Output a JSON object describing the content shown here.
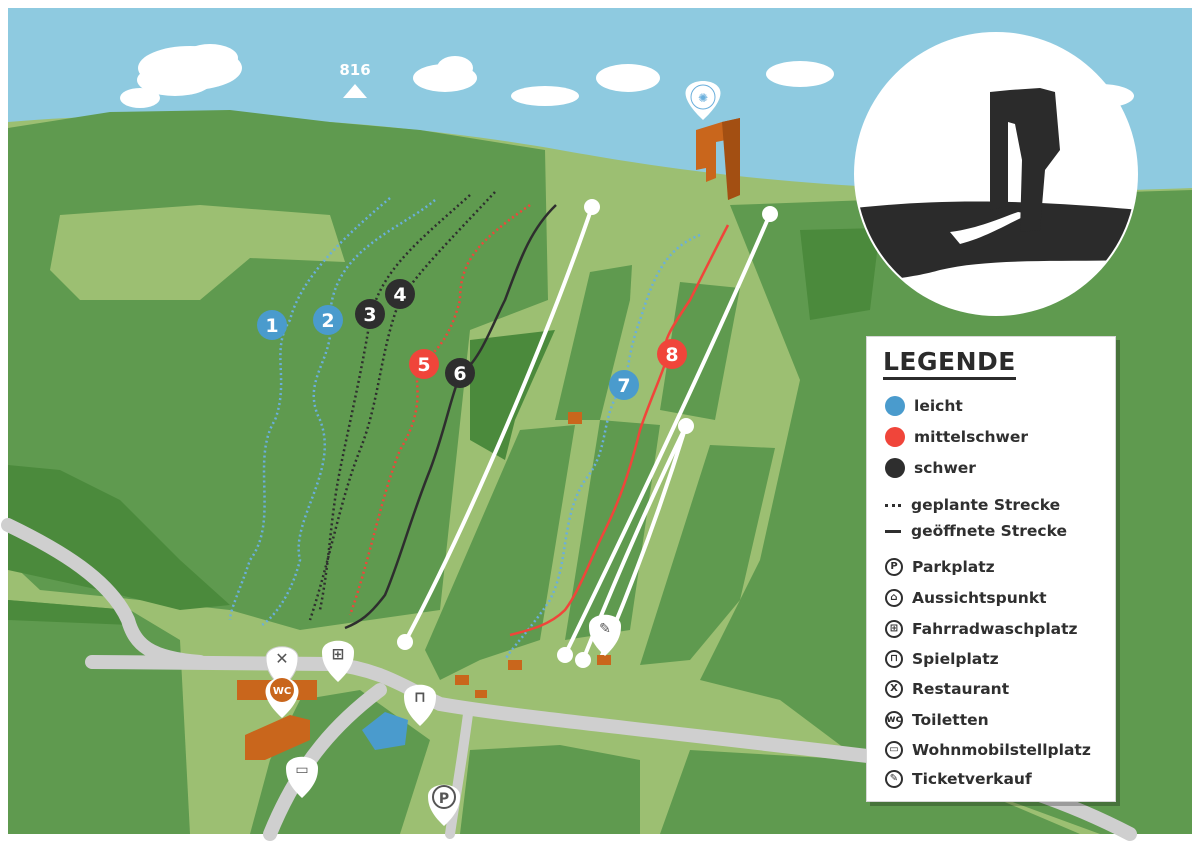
{
  "map": {
    "peak_label": "816",
    "trail_numbers": [
      "1",
      "2",
      "3",
      "4",
      "5",
      "6",
      "7",
      "8"
    ],
    "trail_colors": {
      "leicht": "#4a9bcd",
      "mittelschwer": "#f0453a",
      "schwer": "#2e2e2e"
    },
    "colors": {
      "sky": "#8ecae0",
      "meadow": "#9cbf72",
      "forest": "#5f9a4f",
      "forest_dark": "#4b8a3c",
      "road": "#cfcfcf",
      "building": "#c9661c",
      "lake": "#4a9bcd"
    }
  },
  "poi_icons": [
    "restaurant-icon",
    "wc-icon",
    "bike-wash-icon",
    "playground-icon",
    "camper-icon",
    "parking-icon",
    "ticket-icon",
    "viewpoint-icon"
  ],
  "poi_labels": {
    "wc": "WC",
    "parking": "P"
  },
  "logo": {
    "name": "landmark-sculpture-logo"
  },
  "legend": {
    "title": "LEGENDE",
    "difficulty": [
      {
        "label": "leicht",
        "color": "#4a9bcd"
      },
      {
        "label": "mittelschwer",
        "color": "#f0453a"
      },
      {
        "label": "schwer",
        "color": "#2e2e2e"
      }
    ],
    "lines": [
      {
        "label": "geplante Strecke",
        "style": "dotted"
      },
      {
        "label": "geöffnete Strecke",
        "style": "solid"
      }
    ],
    "pois": [
      {
        "label": "Parkplatz",
        "icon": "parking-icon",
        "glyph": "P"
      },
      {
        "label": "Aussichtspunkt",
        "icon": "viewpoint-icon",
        "glyph": "⌂"
      },
      {
        "label": "Fahrradwaschplatz",
        "icon": "bike-wash-icon",
        "glyph": "⊞"
      },
      {
        "label": "Spielplatz",
        "icon": "playground-icon",
        "glyph": "⊓"
      },
      {
        "label": "Restaurant",
        "icon": "restaurant-icon",
        "glyph": "X"
      },
      {
        "label": "Toiletten",
        "icon": "wc-icon",
        "glyph": "wc"
      },
      {
        "label": "Wohnmobilstellplatz",
        "icon": "camper-icon",
        "glyph": "▭"
      },
      {
        "label": "Ticketverkauf",
        "icon": "ticket-icon",
        "glyph": "✎"
      }
    ]
  }
}
